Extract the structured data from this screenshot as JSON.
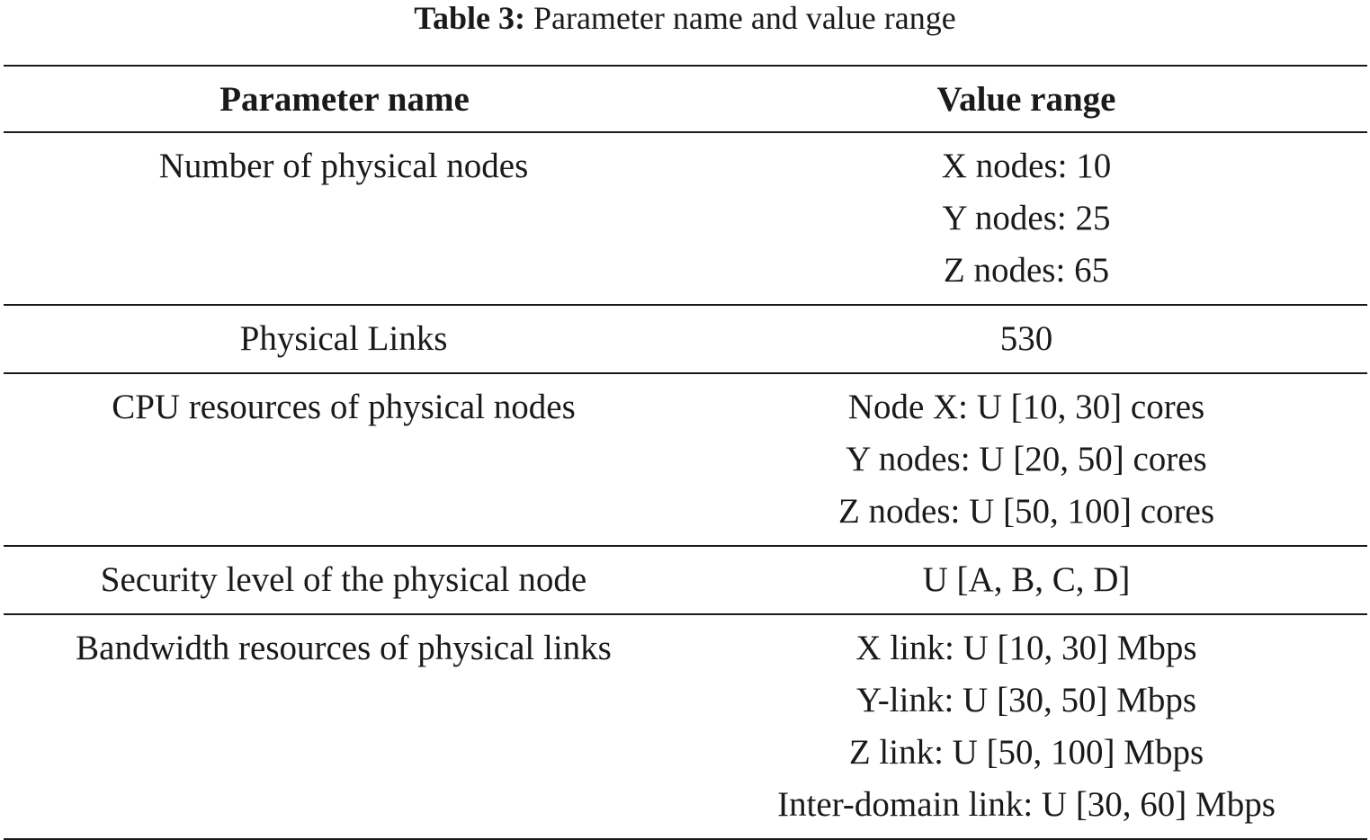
{
  "caption": {
    "label": "Table 3:",
    "text": " Parameter name and value range"
  },
  "table": {
    "headers": [
      "Parameter name",
      "Value range"
    ],
    "rows": [
      {
        "name": "Number of physical nodes",
        "values": [
          "X nodes: 10",
          "Y nodes: 25",
          "Z nodes: 65"
        ]
      },
      {
        "name": "Physical Links",
        "values": [
          "530"
        ]
      },
      {
        "name": "CPU resources of physical nodes",
        "values": [
          "Node X: U [10, 30] cores",
          "Y nodes: U [20, 50] cores",
          "Z nodes: U [50, 100] cores"
        ]
      },
      {
        "name": "Security level of the physical node",
        "values": [
          "U [A, B, C, D]"
        ]
      },
      {
        "name": "Bandwidth resources of physical links",
        "values": [
          "X link: U [10, 30] Mbps",
          "Y-link: U [30, 50] Mbps",
          "Z link: U [50, 100] Mbps",
          "Inter-domain link: U [30, 60] Mbps"
        ]
      }
    ]
  }
}
